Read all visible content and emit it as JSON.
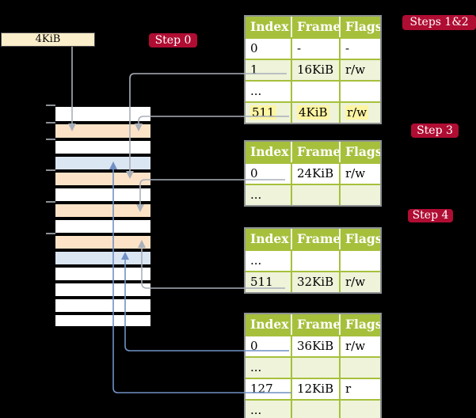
{
  "register_box": {
    "label": "4KiB"
  },
  "step_labels": [
    {
      "id": "step-0",
      "text": "Step 0"
    },
    {
      "id": "steps-1-2",
      "text": "Steps 1&2"
    },
    {
      "id": "step-3",
      "text": "Step 3"
    },
    {
      "id": "step-4",
      "text": "Step 4"
    }
  ],
  "tables": [
    {
      "name": "level-4-page-table",
      "headers": [
        "Index",
        "Frame",
        "Flags"
      ],
      "rows": [
        {
          "cells": [
            "0",
            "-",
            "-"
          ],
          "highlight": false
        },
        {
          "cells": [
            "1",
            "16KiB",
            "r/w"
          ],
          "highlight": false
        },
        {
          "cells": [
            "...",
            "",
            ""
          ],
          "highlight": false
        },
        {
          "cells": [
            "511",
            "4KiB",
            "r/w"
          ],
          "highlight": true
        }
      ]
    },
    {
      "name": "level-3-page-table",
      "headers": [
        "Index",
        "Frame",
        "Flags"
      ],
      "rows": [
        {
          "cells": [
            "0",
            "24KiB",
            "r/w"
          ],
          "highlight": false
        },
        {
          "cells": [
            "...",
            "",
            ""
          ],
          "highlight": false
        }
      ]
    },
    {
      "name": "level-2-page-table",
      "headers": [
        "Index",
        "Frame",
        "Flags"
      ],
      "rows": [
        {
          "cells": [
            "...",
            "",
            ""
          ],
          "highlight": false
        },
        {
          "cells": [
            "511",
            "32KiB",
            "r/w"
          ],
          "highlight": false
        }
      ]
    },
    {
      "name": "level-1-page-table",
      "headers": [
        "Index",
        "Frame",
        "Flags"
      ],
      "rows": [
        {
          "cells": [
            "0",
            "36KiB",
            "r/w"
          ],
          "highlight": false
        },
        {
          "cells": [
            "...",
            "",
            ""
          ],
          "highlight": false
        },
        {
          "cells": [
            "127",
            "12KiB",
            "r"
          ],
          "highlight": false
        },
        {
          "cells": [
            "...",
            "",
            ""
          ],
          "highlight": false
        }
      ]
    }
  ],
  "memory": {
    "rows": [
      "plain",
      "table",
      "plain",
      "page",
      "table",
      "plain",
      "table",
      "plain",
      "table",
      "page",
      "plain",
      "plain",
      "plain",
      "plain"
    ]
  },
  "colors": {
    "background": "#000000",
    "table_header_green": "#a6c03c",
    "table_row_green": "#eef3da",
    "memory_table_peach": "#fce3c7",
    "memory_page_blue": "#dbe6f3",
    "register_cream": "#faeecb",
    "step_label_crimson": "#b00d33",
    "highlight_yellow": "#fdf5a3",
    "connector_gray": "#a9b0ba",
    "connector_blue": "#7191c5"
  }
}
